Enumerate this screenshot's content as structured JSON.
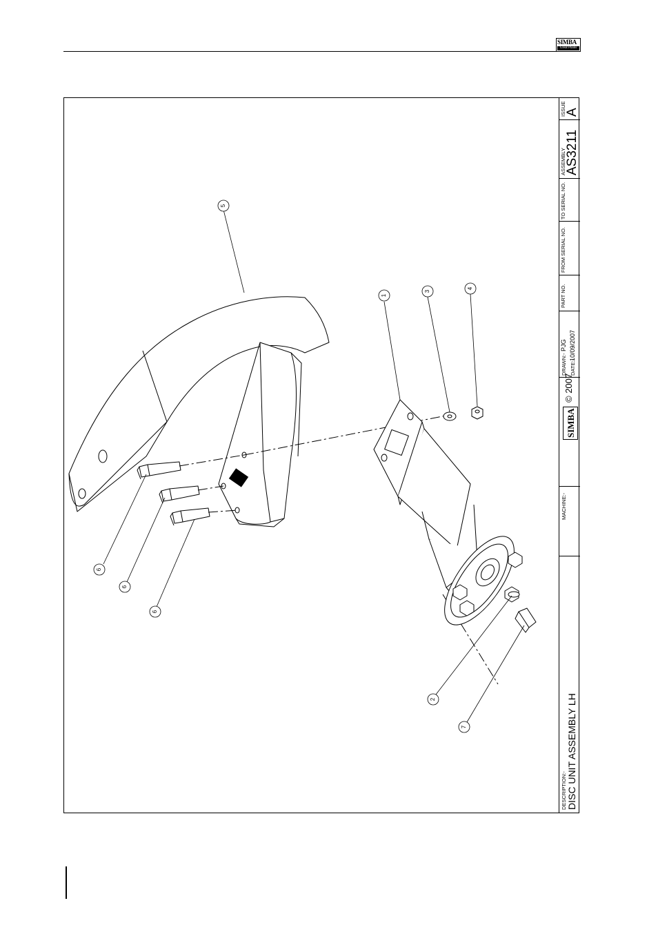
{
  "header": {
    "logo_text": "SIMBA",
    "logo_subtext": "Great Plains"
  },
  "title_block": {
    "description_label": "DESCRIPTION:-",
    "description": "DISC UNIT ASSEMBLY LH",
    "machine_label": "MACHINE:-",
    "logo_text": "SIMBA",
    "copyright": "© 2007",
    "drawn_label": "DRAWN:-",
    "drawn_value": "PJG",
    "date_label": "DATE:-",
    "date_value": "10/09/2007",
    "part_no_label": "PART NO.",
    "from_serial_label": "FROM SERIAL NO.",
    "to_serial_label": "TO SERIAL NO.",
    "assembly_label": "ASSEMBLY",
    "assembly_value": "AS3211",
    "issue_label": "ISSUE",
    "issue_value": "A"
  },
  "balloons": {
    "b1": "1",
    "b2": "2",
    "b3": "3",
    "b4": "4",
    "b5": "5",
    "b6a": "6",
    "b6b": "6",
    "b6c": "6",
    "b7": "7"
  }
}
